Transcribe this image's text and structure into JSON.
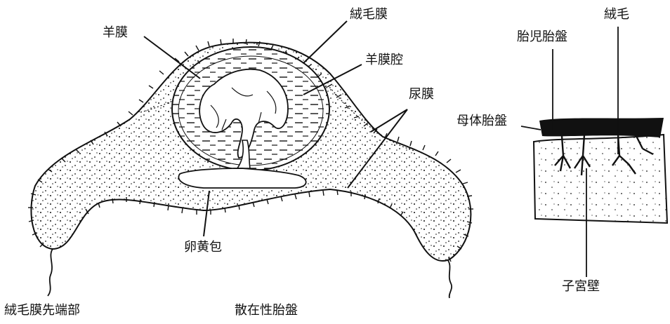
{
  "labels": {
    "amnion": "羊膜",
    "chorion": "絨毛膜",
    "amniotic_cavity": "羊膜腔",
    "allantois": "尿膜",
    "yolk_sac": "卵黄包",
    "chorion_tip": "絨毛膜先端部",
    "title_left": "散在性胎盤",
    "fetal_placenta": "胎児胎盤",
    "villi": "絨毛",
    "maternal_placenta": "母体胎盤",
    "uterine_wall": "子宮壁"
  },
  "colors": {
    "ink": "#111111",
    "background": "#ffffff"
  }
}
